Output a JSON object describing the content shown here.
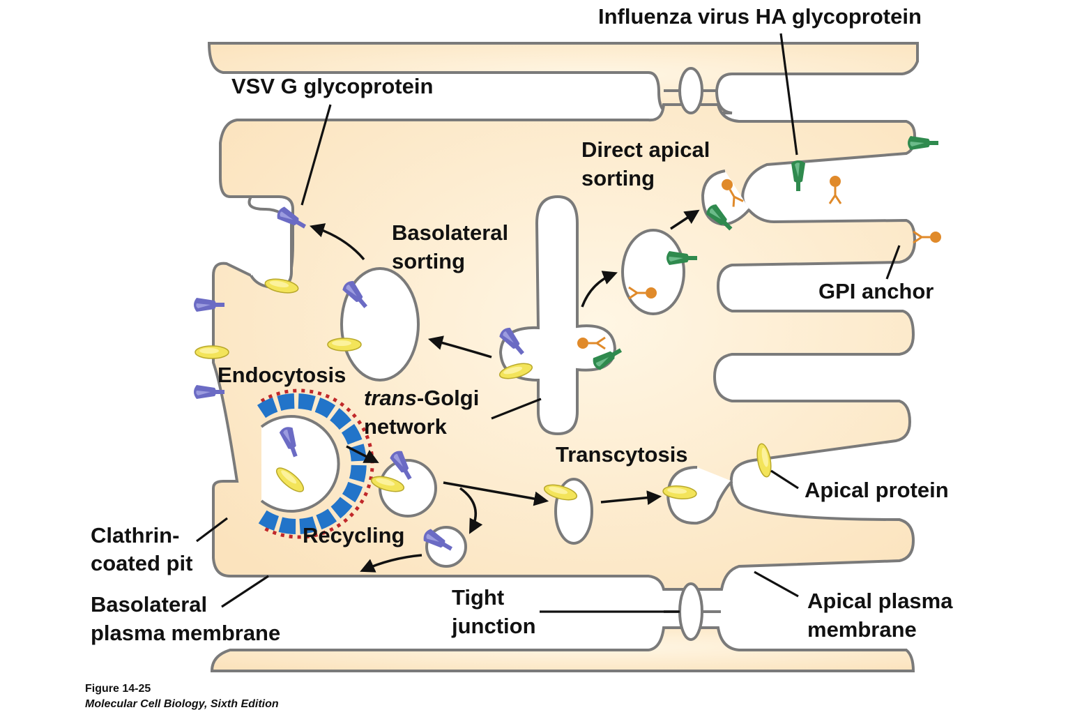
{
  "colors": {
    "cytoplasm": "#fbe3bd",
    "cytoplasm_light": "#fff6e4",
    "membrane": "#7a7a7a",
    "vsv_g": "#6b6bc4",
    "ha": "#2f8a4e",
    "gpi": "#e08a2a",
    "apical_protein": "#f3e45a",
    "clathrin_coat": "#c0282a",
    "adaptor": "#2274c9"
  },
  "icons": {
    "vsv_g": "vsv-g-glycoprotein-icon",
    "ha": "ha-glycoprotein-icon",
    "gpi": "gpi-anchored-protein-icon",
    "apical": "apical-protein-icon"
  },
  "labels": {
    "influenza": "Influenza virus HA glycoprotein",
    "vsv": "VSV G glycoprotein",
    "direct_apical_1": "Direct apical",
    "direct_apical_2": "sorting",
    "basolateral_sorting_1": "Basolateral",
    "basolateral_sorting_2": "sorting",
    "gpi_anchor": "GPI anchor",
    "endocytosis": "Endocytosis",
    "tgn_italic": "trans",
    "tgn_rest": "-Golgi",
    "tgn_2": "network",
    "transcytosis": "Transcytosis",
    "apical_protein": "Apical protein",
    "clathrin_1": "Clathrin-",
    "clathrin_2": "coated pit",
    "recycling": "Recycling",
    "basolateral_pm_1": "Basolateral",
    "basolateral_pm_2": "plasma membrane",
    "tight_junction_1": "Tight",
    "tight_junction_2": "junction",
    "apical_pm_1": "Apical plasma",
    "apical_pm_2": "membrane"
  },
  "caption": {
    "figure": "Figure 14-25",
    "book": "Molecular Cell Biology, Sixth Edition"
  }
}
